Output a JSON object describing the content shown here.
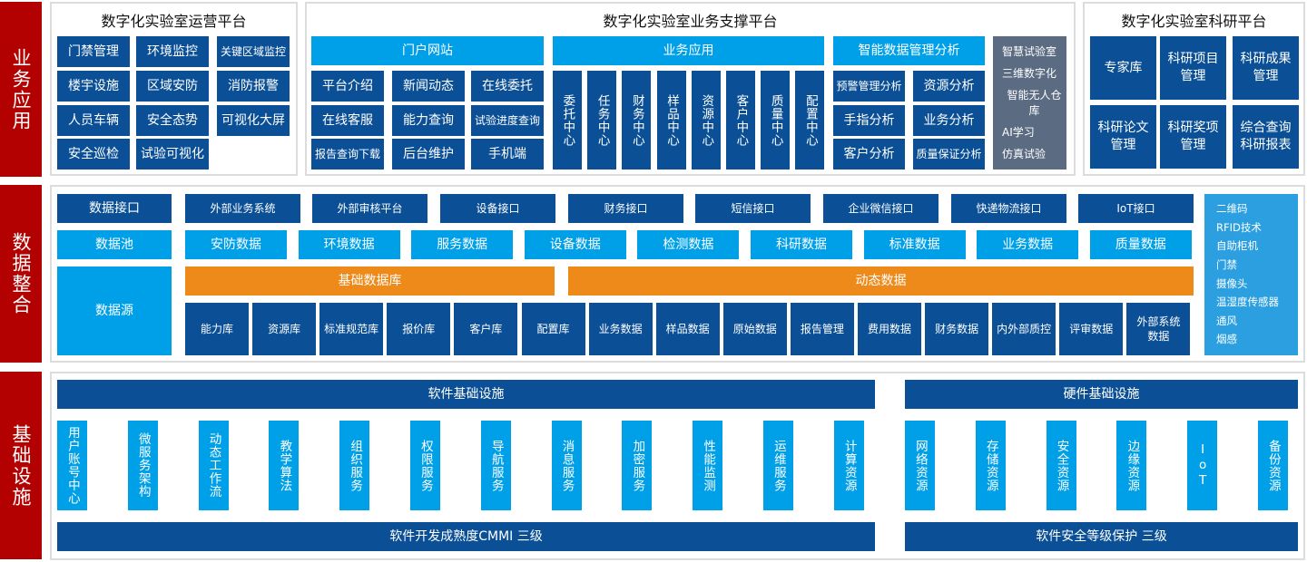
{
  "business_app": {
    "side_label": "业务应用",
    "ops": {
      "title": "数字化实验室运营平台",
      "items": [
        "门禁管理",
        "环境监控",
        "关键区域监控",
        "楼宇设施",
        "区域安防",
        "消防报警",
        "人员车辆",
        "安全态势",
        "可视化大屏",
        "安全巡检",
        "试验可视化"
      ]
    },
    "support": {
      "title": "数字化实验室业务支撑平台",
      "portal": {
        "header": "门户网站",
        "items": [
          "平台介绍",
          "新闻动态",
          "在线委托",
          "在线客服",
          "能力查询",
          "试验进度查询",
          "报告查询下载",
          "后台维护",
          "手机端"
        ]
      },
      "apps": {
        "header": "业务应用",
        "items": [
          "委托中心",
          "任务中心",
          "财务中心",
          "样品中心",
          "资源中心",
          "客户中心",
          "质量中心",
          "配置中心"
        ]
      },
      "analysis": {
        "header": "智能数据管理分析",
        "items": [
          "预警管理分析",
          "资源分析",
          "手指分析",
          "业务分析",
          "客户分析",
          "质量保证分析"
        ]
      },
      "smart_list": [
        "智慧试验室",
        "三维数字化",
        "智能无人仓库",
        "AI学习",
        "仿真试验"
      ]
    },
    "research": {
      "title": "数字化实验室科研平台",
      "items": [
        "专家库",
        "科研项目\n管理",
        "科研成果\n管理",
        "科研论文\n管理",
        "科研奖项\n管理",
        "综合查询\n科研报表"
      ]
    }
  },
  "data_integration": {
    "side_label": "数据整合",
    "interface": {
      "label": "数据接口",
      "items": [
        "外部业务系统",
        "外部审核平台",
        "设备接口",
        "财务接口",
        "短信接口",
        "企业微信接口",
        "快递物流接口",
        "IoT接口"
      ]
    },
    "pool": {
      "label": "数据池",
      "items": [
        "安防数据",
        "环境数据",
        "服务数据",
        "设备数据",
        "检测数据",
        "科研数据",
        "标准数据",
        "业务数据",
        "质量数据"
      ]
    },
    "source": {
      "label": "数据源"
    },
    "base_db": "基础数据库",
    "dynamic_db": "动态数据",
    "libraries": [
      "能力库",
      "资源库",
      "标准规范库",
      "报价库",
      "客户库",
      "配置库",
      "业务数据",
      "样品数据",
      "原始数据",
      "报告管理",
      "费用数据",
      "财务数据",
      "内外部质控",
      "评审数据",
      "外部系统\n数据"
    ],
    "devices": [
      "二维码",
      "RFID技术",
      "自助柜机",
      "门禁",
      "摄像头",
      "温湿度传感器",
      "通风",
      "烟感"
    ]
  },
  "infrastructure": {
    "side_label": "基础设施",
    "software": {
      "header": "软件基础设施",
      "items": [
        "用户账号中心",
        "微服务架构",
        "动态工作流",
        "教学算法",
        "组织服务",
        "权限服务",
        "导航服务",
        "消息服务",
        "加密服务",
        "性能监测",
        "运维服务",
        "计算资源"
      ],
      "footer": "软件开发成熟度CMMI 三级"
    },
    "hardware": {
      "header": "硬件基础设施",
      "items": [
        "网络资源",
        "存储资源",
        "安全资源",
        "边缘资源",
        "IoT",
        "备份资源"
      ],
      "footer": "软件安全等级保护 三级"
    }
  }
}
